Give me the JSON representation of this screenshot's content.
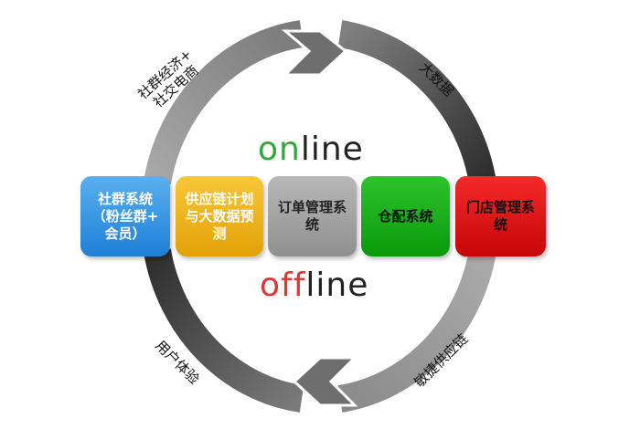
{
  "diagram": {
    "type": "cycle",
    "colors": {
      "ring_light": "#9e9e9e",
      "ring_dark": "#3f3f3f",
      "online_accent": "#2eaa3a",
      "offline_accent": "#e03636"
    },
    "wordmarks": {
      "online": {
        "accent": "on",
        "rest": "line"
      },
      "offline": {
        "accent": "off",
        "rest": "line"
      }
    },
    "cycle_labels": {
      "top_left": "社群经济+\n社交电商",
      "top_right": "大数据",
      "bottom_right": "敏捷供应链",
      "bottom_left": "用户体验"
    },
    "boxes": [
      {
        "label": "社群系统\n（粉丝群+\n会员）",
        "color": "#2a8ee0"
      },
      {
        "label": "供应链计划\n与大数据预\n测",
        "color": "#f0b21c"
      },
      {
        "label": "订单管理系\n统",
        "color": "#a3a3a3"
      },
      {
        "label": "仓配系统",
        "color": "#18b018"
      },
      {
        "label": "门店管理系\n统",
        "color": "#e01616"
      }
    ]
  }
}
